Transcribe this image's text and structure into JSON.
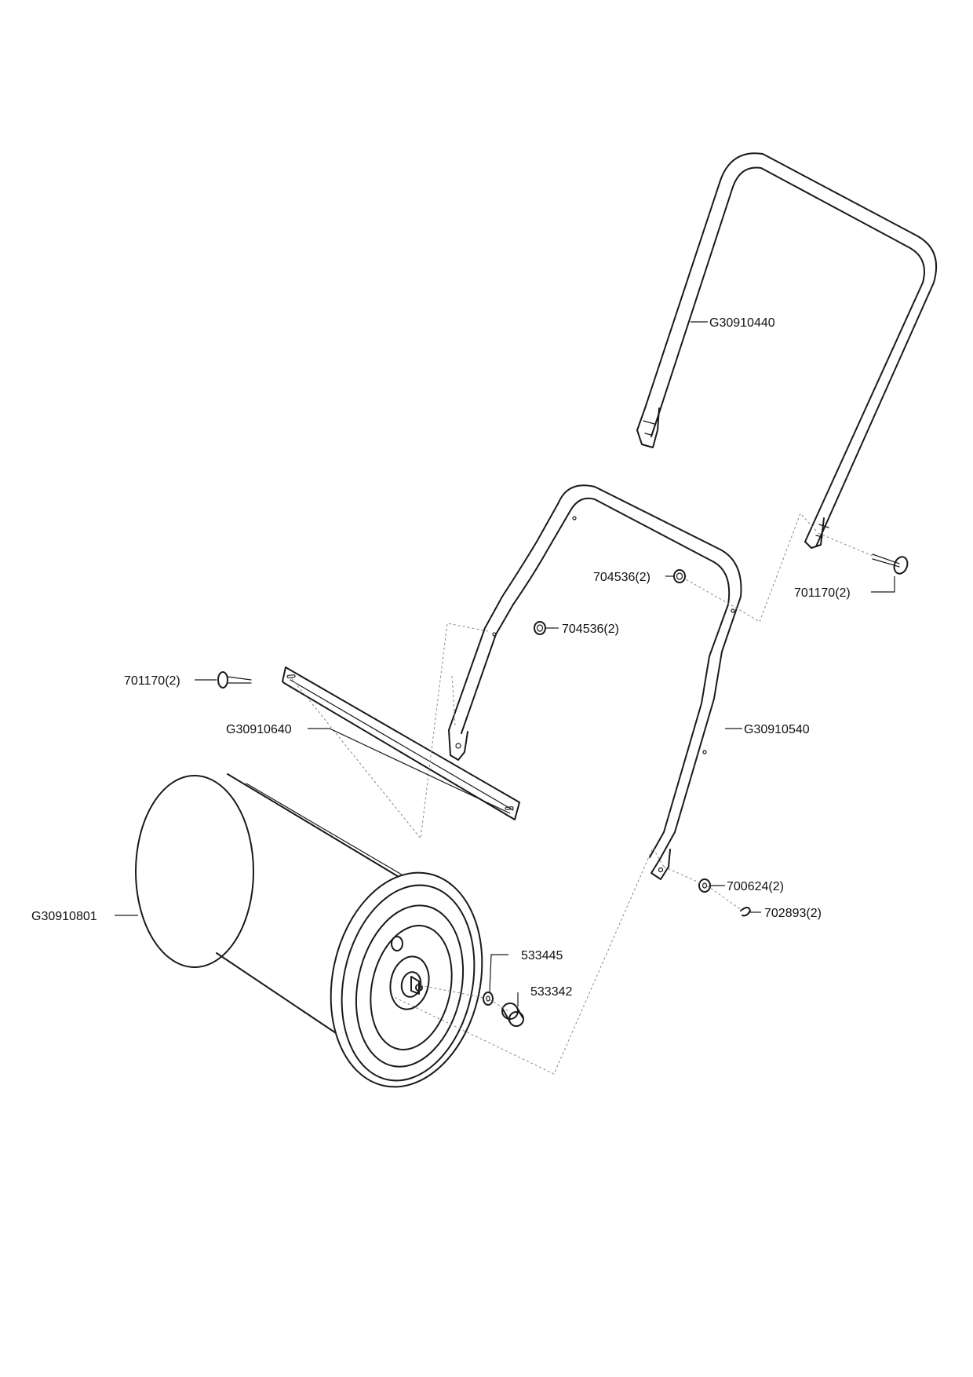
{
  "diagram": {
    "callouts": {
      "handle_upper": "G30910440",
      "bolt_right": "701170(2)",
      "nut_right": "704536(2)",
      "nut_left": "704536(2)",
      "bolt_left": "701170(2)",
      "crossbar": "G30910640",
      "handle_lower": "G30910540",
      "washer_right": "700624(2)",
      "clip": "702893(2)",
      "drum": "G30910801",
      "washer_center": "533445",
      "cap": "533342"
    }
  }
}
